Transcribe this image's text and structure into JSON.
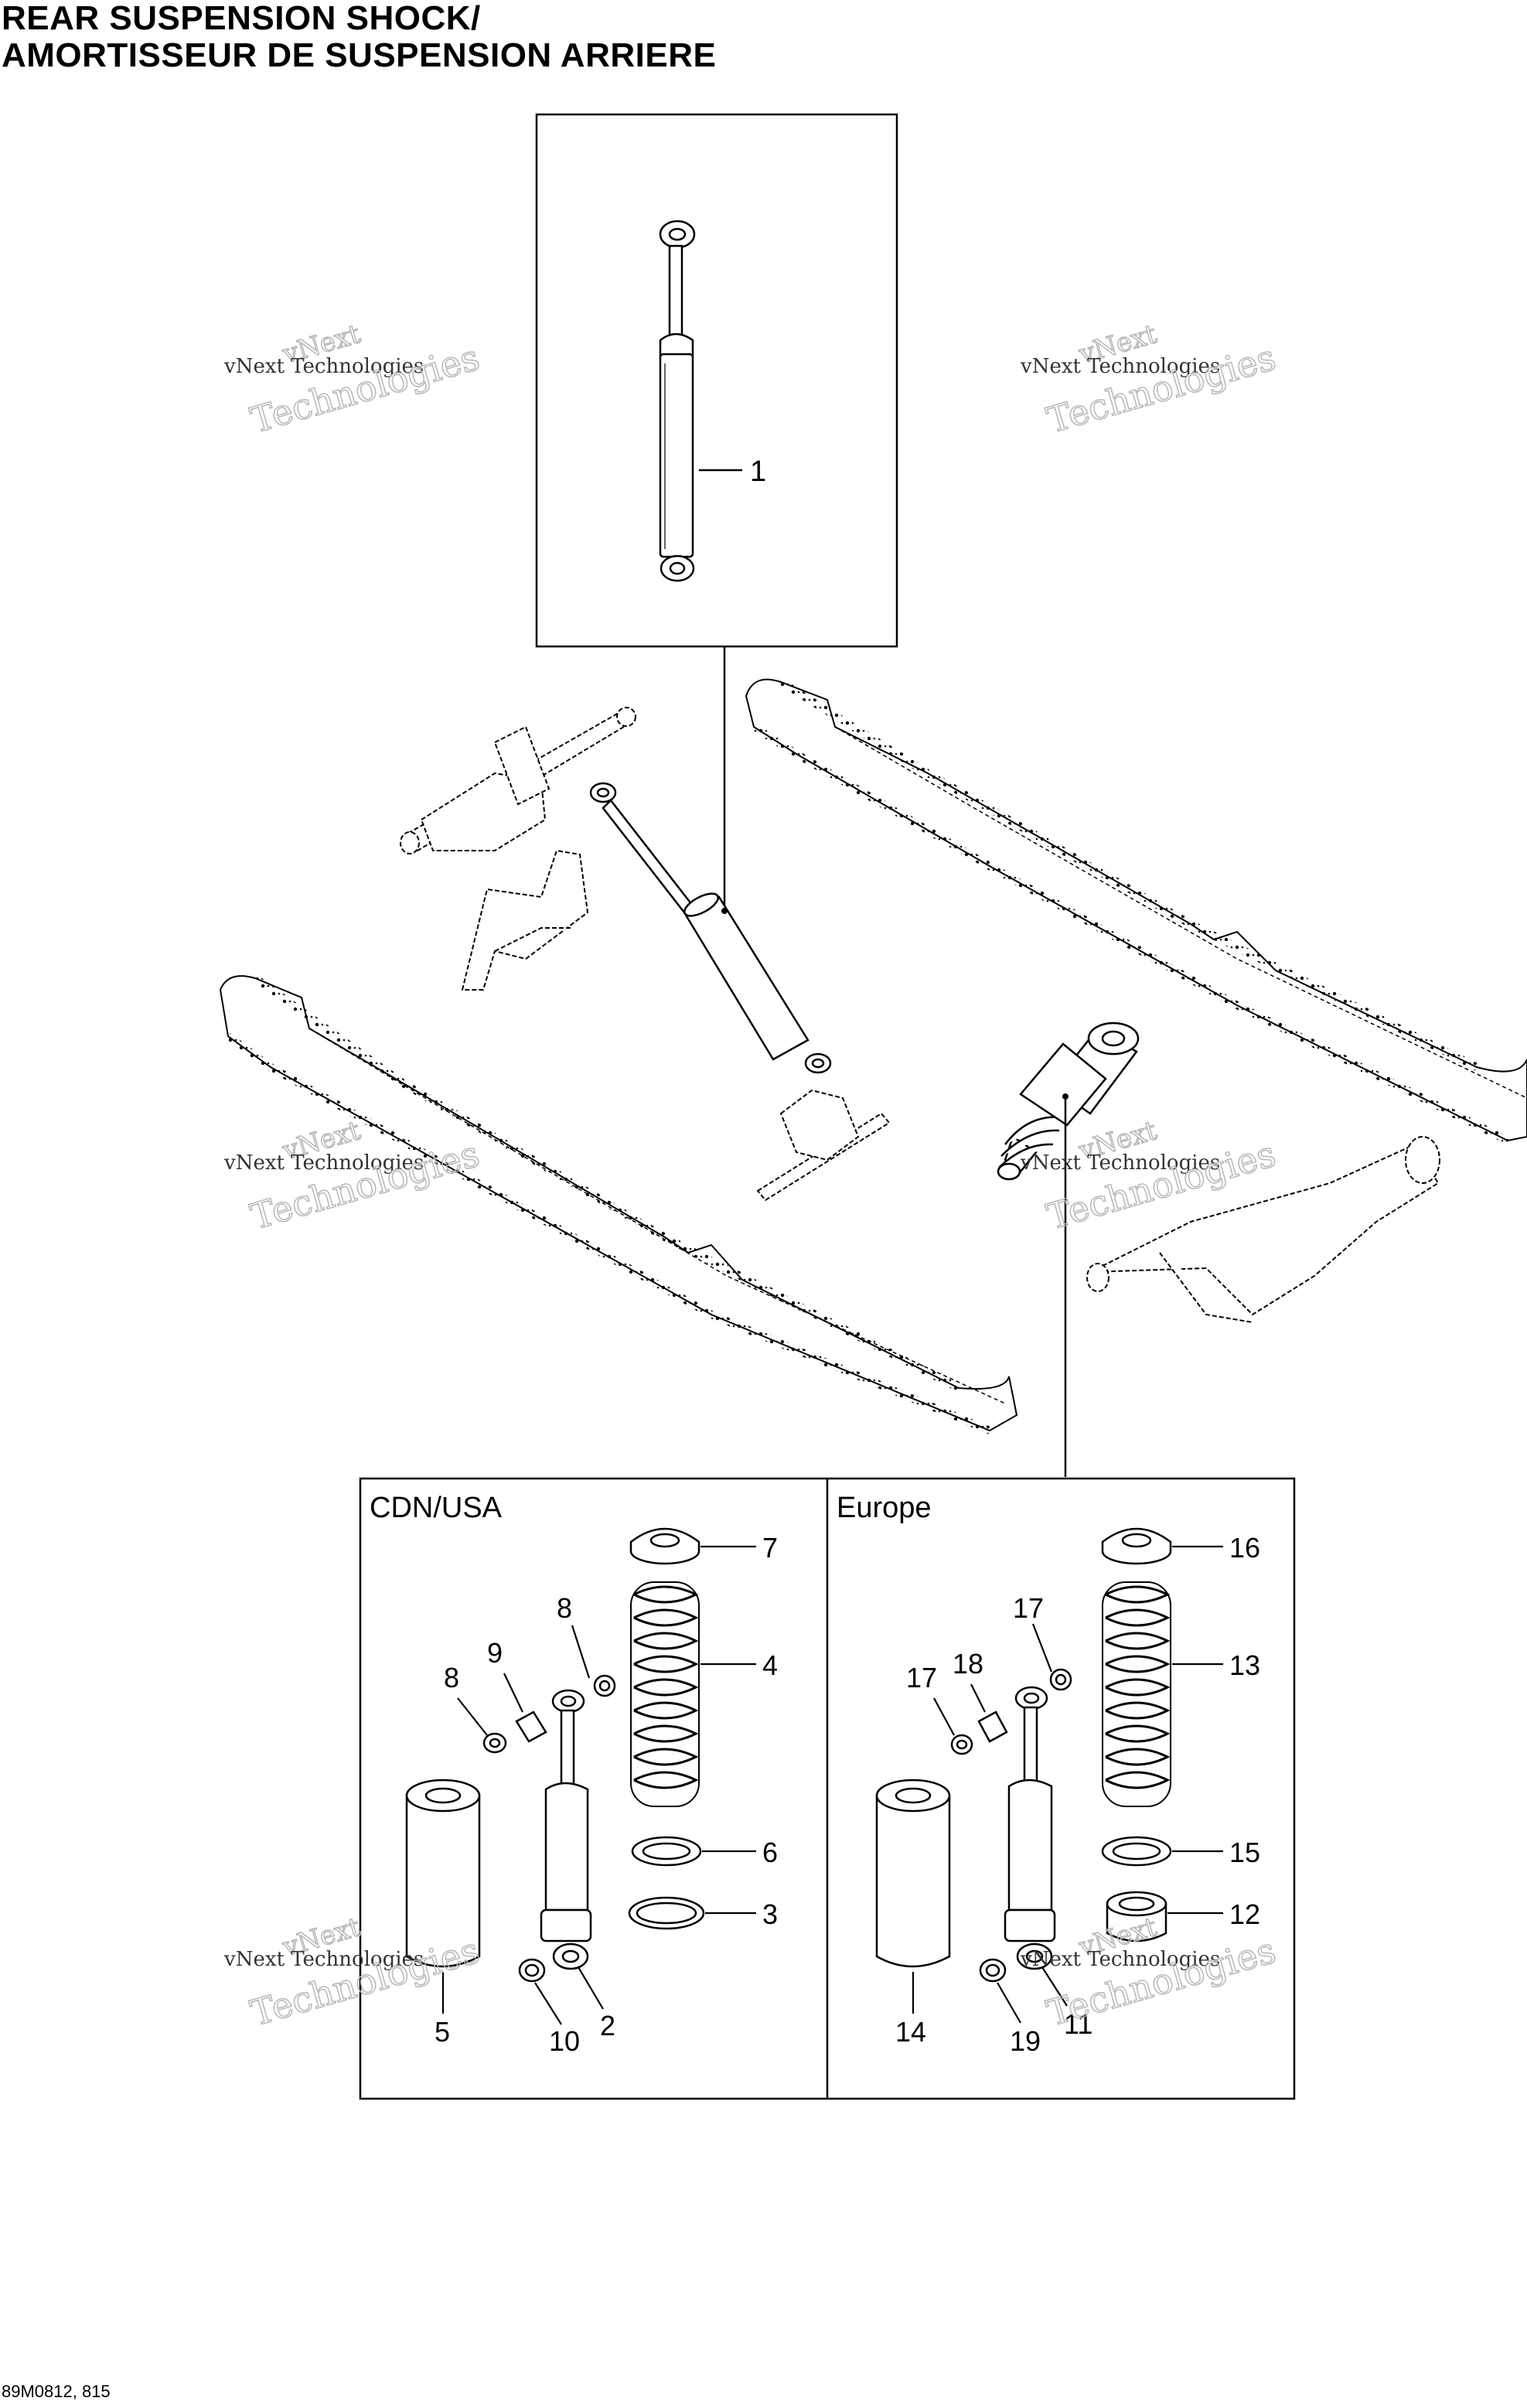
{
  "title": {
    "line1": "REAR SUSPENSION SHOCK/",
    "line2": "AMORTISSEUR DE SUSPENSION ARRIERE"
  },
  "footer_code": "89M0812, 815",
  "panels": {
    "left_label": "CDN/USA",
    "right_label": "Europe"
  },
  "callouts": {
    "c1": "1",
    "c2": "2",
    "c3": "3",
    "c4": "4",
    "c5": "5",
    "c6": "6",
    "c7": "7",
    "c8a": "8",
    "c8b": "8",
    "c9": "9",
    "c10": "10",
    "c11": "11",
    "c12": "12",
    "c13": "13",
    "c14": "14",
    "c15": "15",
    "c16": "16",
    "c17a": "17",
    "c17b": "17",
    "c18": "18",
    "c19": "19"
  },
  "watermark": {
    "line1": "vNext Technologies",
    "line2": "vNext",
    "line3": "Technologies"
  },
  "colors": {
    "ink": "#000000",
    "watermark": "#b5b5b5"
  }
}
